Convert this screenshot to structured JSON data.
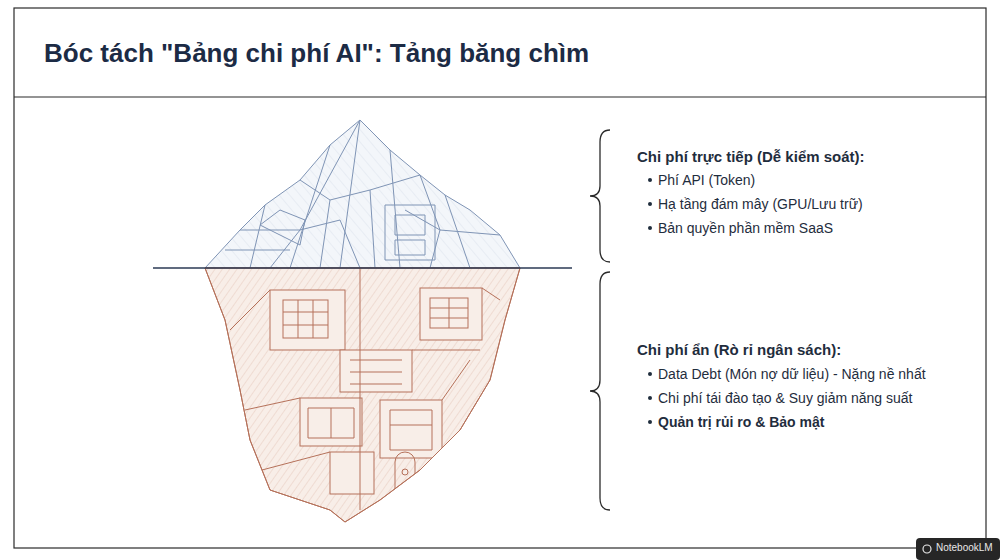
{
  "diagram": {
    "title": "Bóc tách \"Bảng chi phí AI\": Tảng băng chìm",
    "labels": [
      "Chi phí trực tiếp (Dễ kiểm soát):",
      "Phí API (Token)",
      "Hạ tầng đám mây (GPU/Lưu trữ)",
      "Bản quyền phần mềm SaaS",
      "Chi phí ẩn (Rò rỉ ngân sách):",
      "Data Debt (Món nợ dữ liệu) - Nặng nề nhất",
      "Chi phí tái đào tạo & Suy giảm năng suất",
      "Quản trị rủi ro & Bảo mật",
      "NotebookLM"
    ]
  }
}
